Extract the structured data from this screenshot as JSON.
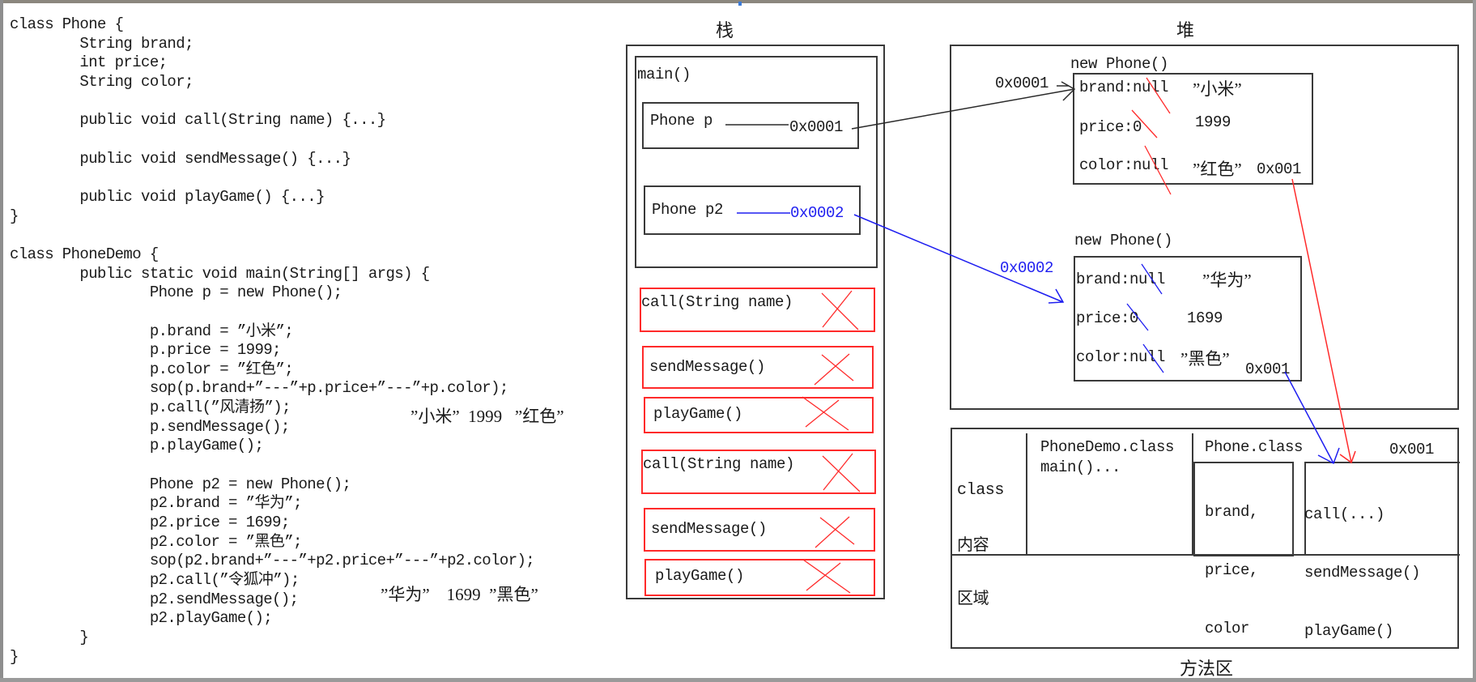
{
  "code": {
    "lines": [
      "class Phone {",
      "        String brand;",
      "        int price;",
      "        String color;",
      "",
      "        public void call(String name) {...}",
      "",
      "        public void sendMessage() {...}",
      "",
      "        public void playGame() {...}",
      "}",
      "",
      "class PhoneDemo {",
      "        public static void main(String[] args) {",
      "                Phone p = new Phone();",
      "",
      "                p.brand = ”小米”;",
      "                p.price = 1999;",
      "                p.color = ”红色”;",
      "                sop(p.brand+”---”+p.price+”---”+p.color);",
      "                p.call(”风清扬”);",
      "                p.sendMessage();",
      "                p.playGame();",
      "",
      "                Phone p2 = new Phone();",
      "                p2.brand = ”华为”;",
      "                p2.price = 1699;",
      "                p2.color = ”黑色”;",
      "                sop(p2.brand+”---”+p2.price+”---”+p2.color);",
      "                p2.call(”令狐冲”);",
      "                p2.sendMessage();",
      "                p2.playGame();",
      "        }",
      "}"
    ],
    "output_p": "”小米”  1999   ”红色”",
    "output_p2": "”华为”    1699  ”黑色”"
  },
  "stack": {
    "title": "栈",
    "main_frame": "main()",
    "var_p": {
      "name": "Phone p",
      "address": "0x0001"
    },
    "var_p2": {
      "name": "Phone p2",
      "address": "0x0002"
    },
    "frames": [
      {
        "label": "call(String name)",
        "popped": true
      },
      {
        "label": "sendMessage()",
        "popped": true
      },
      {
        "label": "playGame()",
        "popped": true
      },
      {
        "label": "call(String name)",
        "popped": true
      },
      {
        "label": "sendMessage()",
        "popped": true
      },
      {
        "label": "playGame()",
        "popped": true
      }
    ]
  },
  "heap": {
    "title": "堆",
    "objects": [
      {
        "header": "new Phone()",
        "address": "0x0001",
        "fields": [
          {
            "default": "brand:null",
            "value": "”小米”"
          },
          {
            "default": "price:0",
            "value": "1999"
          },
          {
            "default": "color:null",
            "value": "”红色”"
          }
        ],
        "method_ref": "0x001"
      },
      {
        "header": "new Phone()",
        "address": "0x0002",
        "fields": [
          {
            "default": "brand:null",
            "value": "”华为”"
          },
          {
            "default": "price:0",
            "value": "1699"
          },
          {
            "default": "color:null",
            "value": "”黑色”"
          }
        ],
        "method_ref": "0x001"
      }
    ]
  },
  "method_area": {
    "title": "方法区",
    "region_label": [
      "class",
      "内容",
      "区域"
    ],
    "phonedemo_class": "PhoneDemo.class",
    "phonedemo_methods": "main()...",
    "phone_class": "Phone.class",
    "phone_class_address": "0x001",
    "phone_fields": [
      "brand,",
      "price,",
      "color"
    ],
    "phone_methods": [
      "call(...)",
      "sendMessage()",
      "playGame()"
    ]
  },
  "colors": {
    "line": "#3a3a3a",
    "p_reference": "#2a2a2a",
    "p2_reference": "#1e1ef0",
    "popped_frame": "#ff2a2a",
    "object1_method_ref": "#ff2a2a",
    "object2_method_ref": "#1e1ef0"
  }
}
